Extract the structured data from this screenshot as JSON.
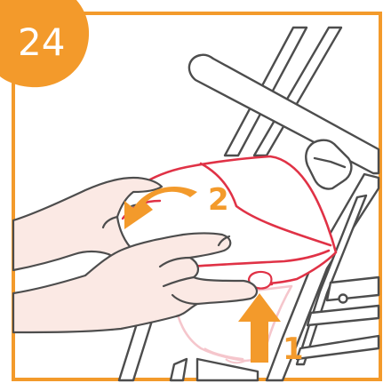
{
  "step": {
    "number": "24",
    "badge_color": "#F39A2B"
  },
  "colors": {
    "frame": "#F39A2B",
    "line": "#4D4D4D",
    "skin": "#FBE9E4",
    "cover_outline": "#E03246",
    "cover_shadow": "#F5C6CC",
    "arrow": "#F39A2B"
  },
  "arrows": [
    {
      "label": "1",
      "direction": "up"
    },
    {
      "label": "2",
      "direction": "counterclockwise"
    }
  ]
}
